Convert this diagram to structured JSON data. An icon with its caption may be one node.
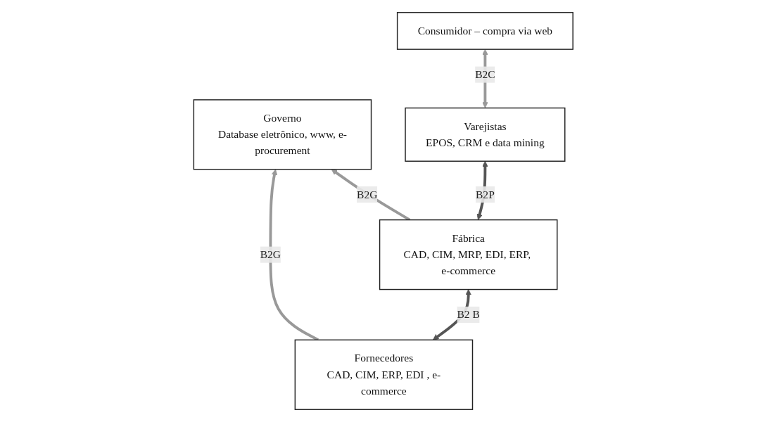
{
  "diagram": {
    "nodes": [
      {
        "text": [
          "Governo",
          "Database eletrônico, www, e-procurement"
        ]
      },
      {
        "text": [
          "Fornecedores",
          "CAD, CIM, ERP, EDI , e-commerce"
        ]
      },
      {
        "text": [
          "Fábrica",
          "CAD, CIM, MRP, EDI, ERP, e-commerce"
        ]
      },
      {
        "text": [
          "Varejistas",
          "EPOS, CRM e data mining"
        ]
      },
      {
        "text": [
          "Consumidor – compra via web"
        ]
      }
    ],
    "edges": [
      {
        "from": 1,
        "to": 0,
        "arrow": "to",
        "label": "B2G"
      },
      {
        "from": 2,
        "to": 0,
        "arrow": "to",
        "label": "B2G"
      },
      {
        "from": 3,
        "to": 4,
        "arrow": "both",
        "label": "B2C"
      },
      {
        "from": 1,
        "to": 2,
        "arrow": "both",
        "label": "B2 B",
        "color": "#555555"
      },
      {
        "from": 2,
        "to": 3,
        "arrow": "both",
        "label": "B2P",
        "color": "#555555"
      }
    ]
  }
}
